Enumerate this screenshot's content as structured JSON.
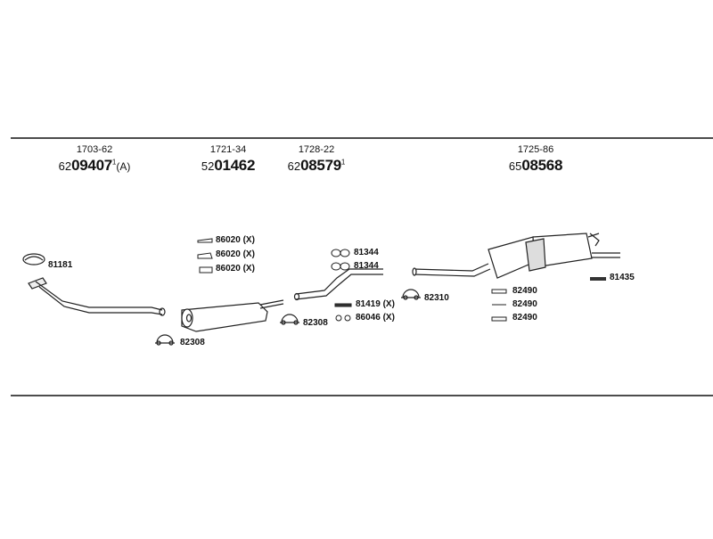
{
  "sections": [
    {
      "code": "1703-62",
      "prefix": "62",
      "main": "09407",
      "sup": "1",
      "suffix": "(A)"
    },
    {
      "code": "1721-34",
      "prefix": "52",
      "main": "01462",
      "sup": "",
      "suffix": ""
    },
    {
      "code": "1728-22",
      "prefix": "62",
      "main": "08579",
      "sup": "1",
      "suffix": ""
    },
    {
      "code": "1725-86",
      "prefix": "65",
      "main": "08568",
      "sup": "",
      "suffix": ""
    }
  ],
  "parts": {
    "p81181": "81181",
    "p82308a": "82308",
    "p86020a": "86020 (X)",
    "p86020b": "86020 (X)",
    "p86020c": "86020 (X)",
    "p82308b": "82308",
    "p81344a": "81344",
    "p81344b": "81344",
    "p81419": "81419 (X)",
    "p86046": "86046 (X)",
    "p82310": "82310",
    "p82490a": "82490",
    "p82490b": "82490",
    "p82490c": "82490",
    "p81435": "81435"
  }
}
